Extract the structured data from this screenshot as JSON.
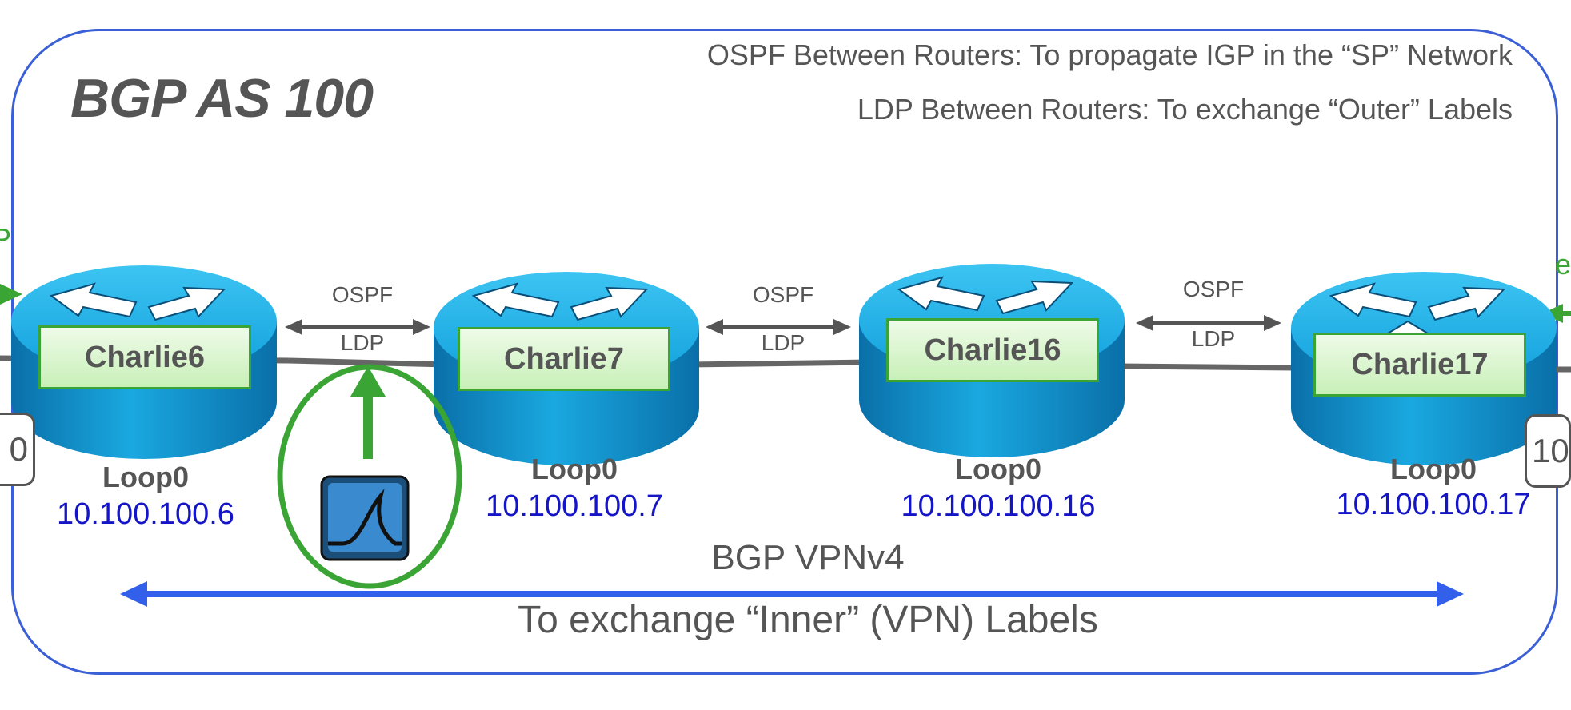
{
  "title": "BGP AS 100",
  "notes": {
    "ospf": "OSPF Between Routers: To propagate IGP in the “SP” Network",
    "ldp": "LDP Between Routers: To exchange “Outer” Labels"
  },
  "routers": [
    {
      "name": "Charlie6",
      "loop": "Loop0",
      "ip": "10.100.100.6"
    },
    {
      "name": "Charlie7",
      "loop": "Loop0",
      "ip": "10.100.100.7"
    },
    {
      "name": "Charlie16",
      "loop": "Loop0",
      "ip": "10.100.100.16"
    },
    {
      "name": "Charlie17",
      "loop": "Loop0",
      "ip": "10.100.100.17"
    }
  ],
  "links": [
    {
      "top": "OSPF",
      "bottom": "LDP"
    },
    {
      "top": "OSPF",
      "bottom": "LDP"
    },
    {
      "top": "OSPF",
      "bottom": "LDP"
    }
  ],
  "vpn": {
    "title": "BGP VPNv4",
    "subtitle": "To exchange “Inner” (VPN) Labels"
  },
  "edges": {
    "left_box": "0",
    "right_box": "10",
    "left_text": "P",
    "right_text": "e"
  },
  "capture_icon": "wireshark-capture-icon",
  "colors": {
    "router": "#1aa8e0",
    "router_dark": "#0a6fa8",
    "label_border": "#3aa535",
    "ip_text": "#1515c8",
    "vpn_arrow": "#3360ea",
    "capture_ring": "#3aa535",
    "as_border": "#3b5fd6"
  }
}
